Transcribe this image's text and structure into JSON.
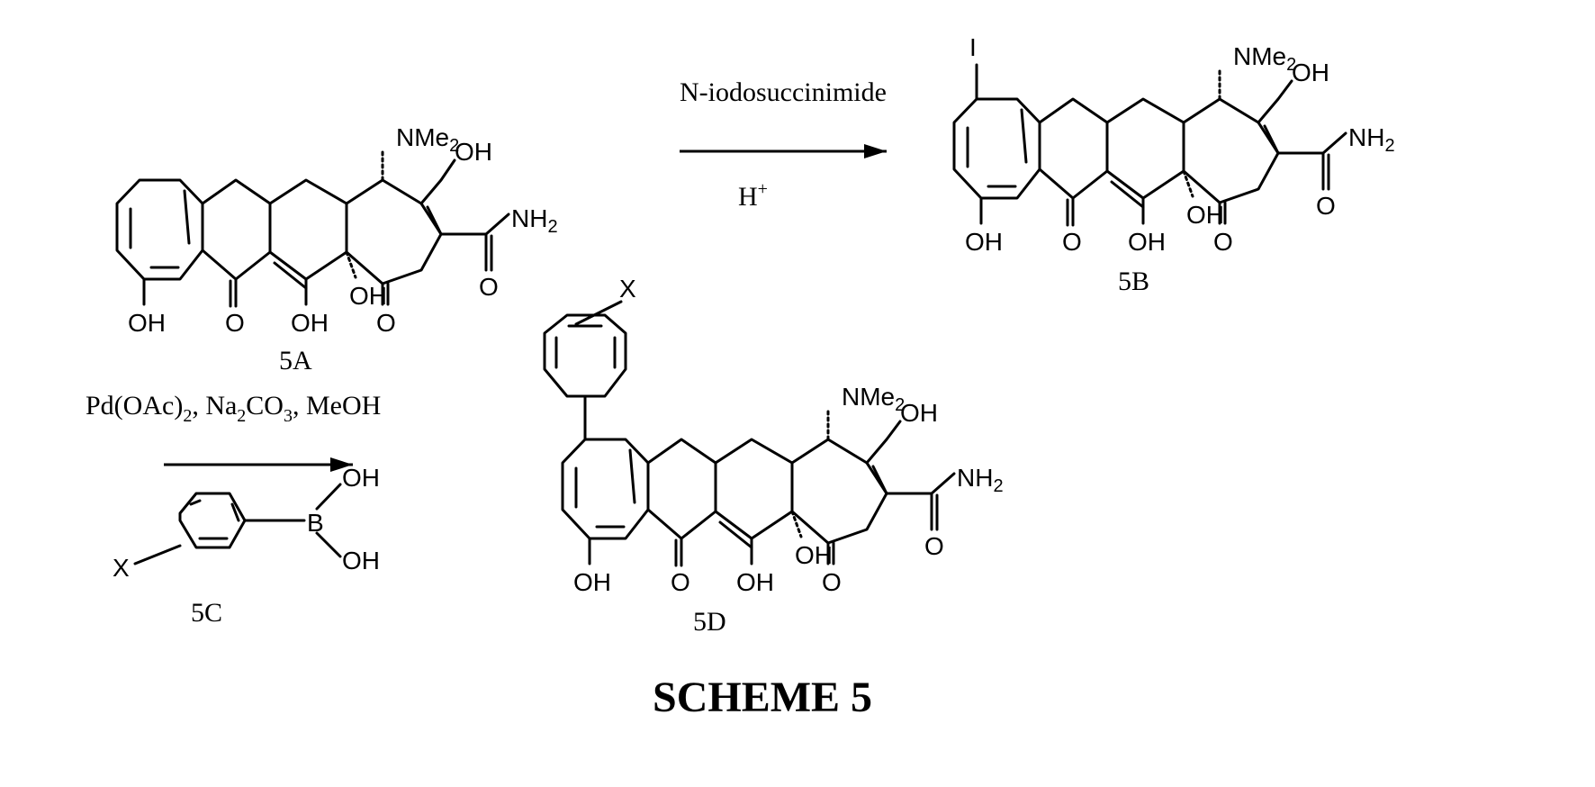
{
  "scheme_title": "SCHEME 5",
  "compounds": {
    "c5a": {
      "label": "5A"
    },
    "c5b": {
      "label": "5B"
    },
    "c5c": {
      "label": "5C"
    },
    "c5d": {
      "label": "5D"
    }
  },
  "reaction1": {
    "reagent": "N-iodosuccinimide",
    "condition": "H",
    "condition_sup": "+"
  },
  "reaction2": {
    "reagents": [
      "Pd(OAc)",
      "2",
      ", Na",
      "2",
      "CO",
      "3",
      ", MeOH"
    ]
  },
  "atoms": {
    "nme2": "NMe",
    "nme2_sub": "2",
    "oh": "OH",
    "o": "O",
    "nh2": "NH",
    "nh2_sub": "2",
    "iodo": "I",
    "x": "X",
    "b": "B"
  }
}
